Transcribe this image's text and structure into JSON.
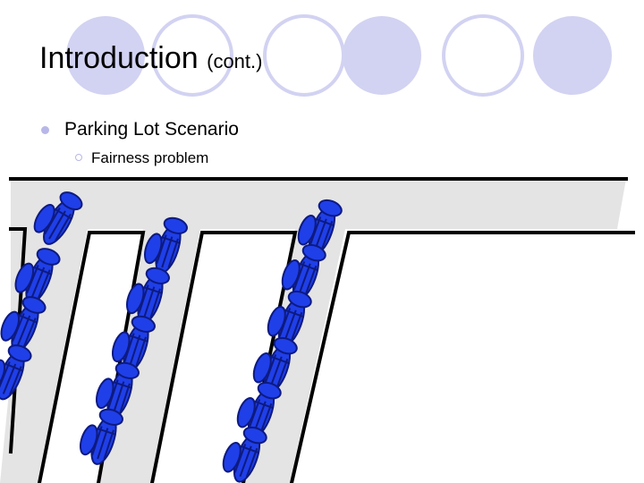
{
  "slide": {
    "title": "Introduction",
    "title_suffix": "(cont.)",
    "bullets": [
      {
        "text": "Parking Lot Scenario",
        "sub": [
          "Fairness problem"
        ]
      }
    ]
  },
  "colors": {
    "decor_circle": "#d2d2f2",
    "bullet": "#b7b7e8",
    "road": "#e4e4e4",
    "car": "#1f3fe8",
    "car_outline": "#0d1a80"
  },
  "icons": [
    "car-icon"
  ]
}
